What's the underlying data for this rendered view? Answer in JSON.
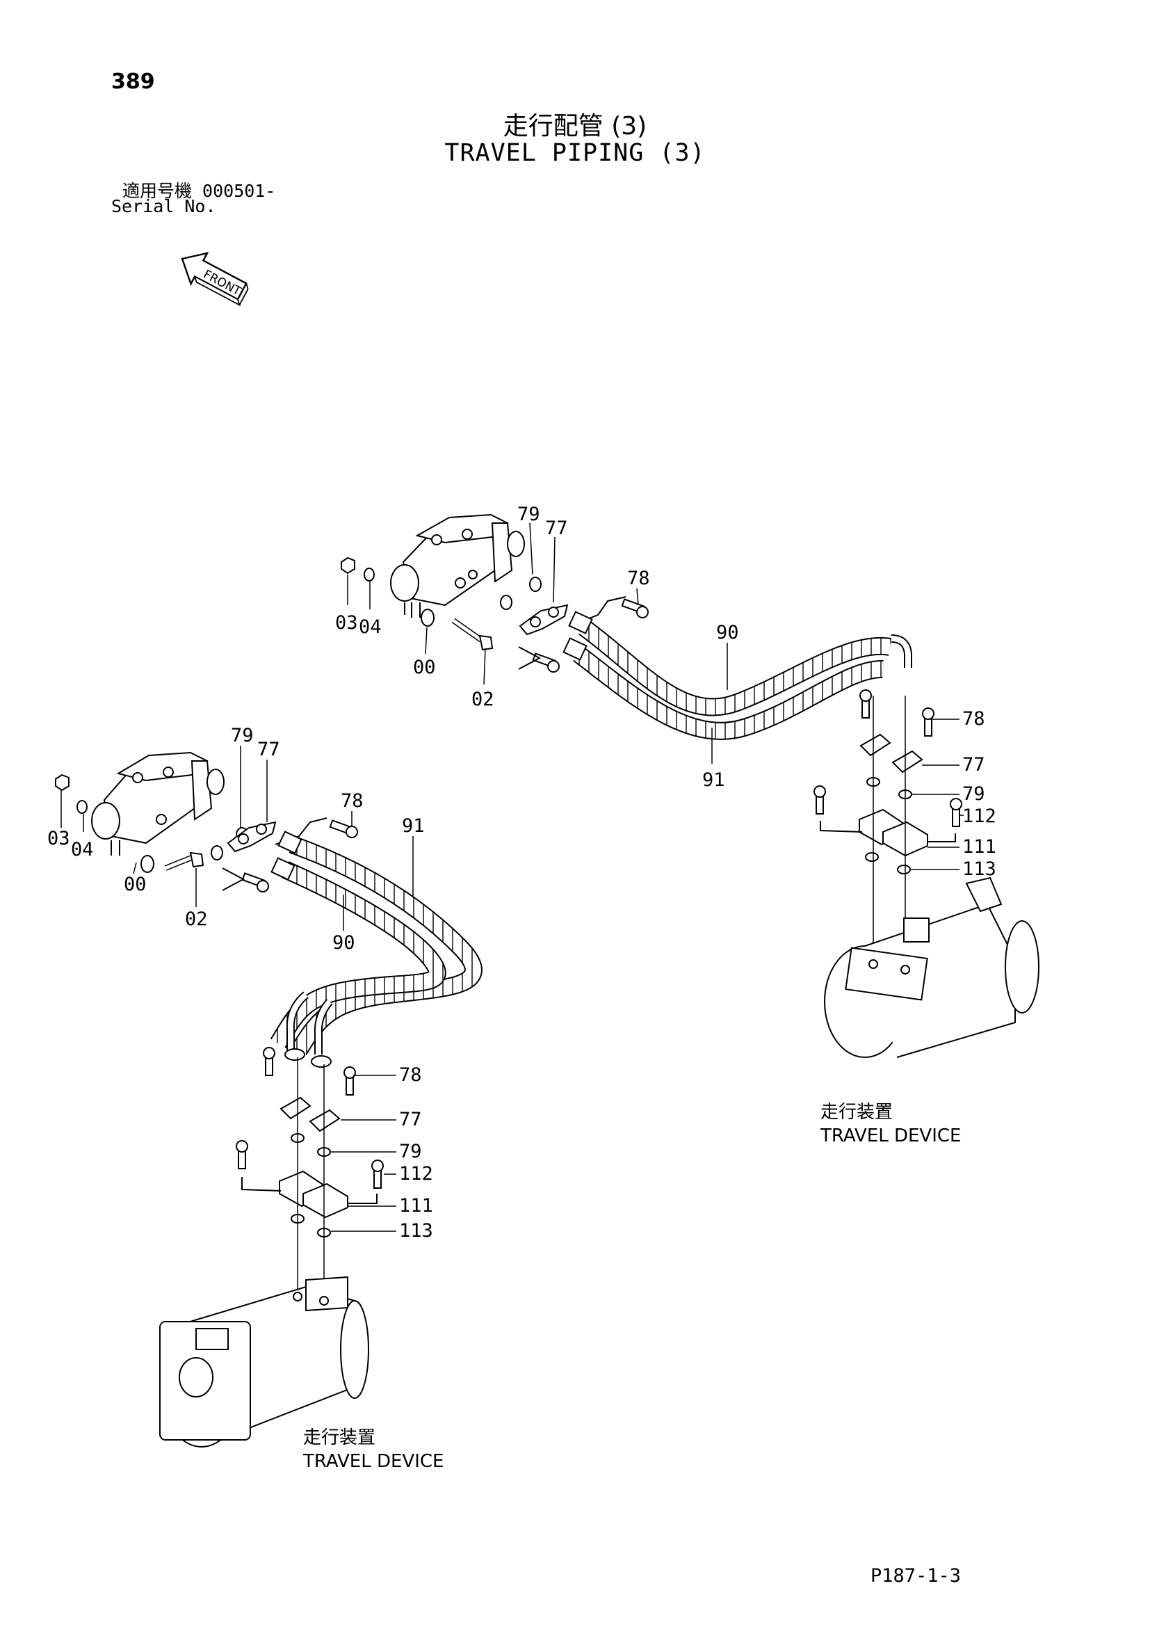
{
  "header": {
    "page_number": "389",
    "title_jp": "走行配管 (3)",
    "title_en": "TRAVEL PIPING (3)",
    "serial_label_jp": "適用号機  000501-",
    "serial_label_en": "Serial No."
  },
  "front_arrow": {
    "label": "FRONT",
    "icon": "front-direction-arrow"
  },
  "devices": {
    "right": {
      "label_jp": "走行装置",
      "label_en": "TRAVEL DEVICE"
    },
    "left": {
      "label_jp": "走行装置",
      "label_en": "TRAVEL DEVICE"
    }
  },
  "callouts": {
    "upper": [
      "79",
      "77",
      "78",
      "90",
      "03",
      "04",
      "00",
      "02",
      "91",
      "78",
      "77",
      "79",
      "112",
      "111",
      "113"
    ],
    "lower": [
      "79",
      "77",
      "78",
      "91",
      "03",
      "04",
      "00",
      "02",
      "90",
      "78",
      "77",
      "79",
      "112",
      "111",
      "113"
    ]
  },
  "footer": {
    "reference": "P187-1-3"
  },
  "colors": {
    "ink": "#000000",
    "paper": "#ffffff"
  }
}
